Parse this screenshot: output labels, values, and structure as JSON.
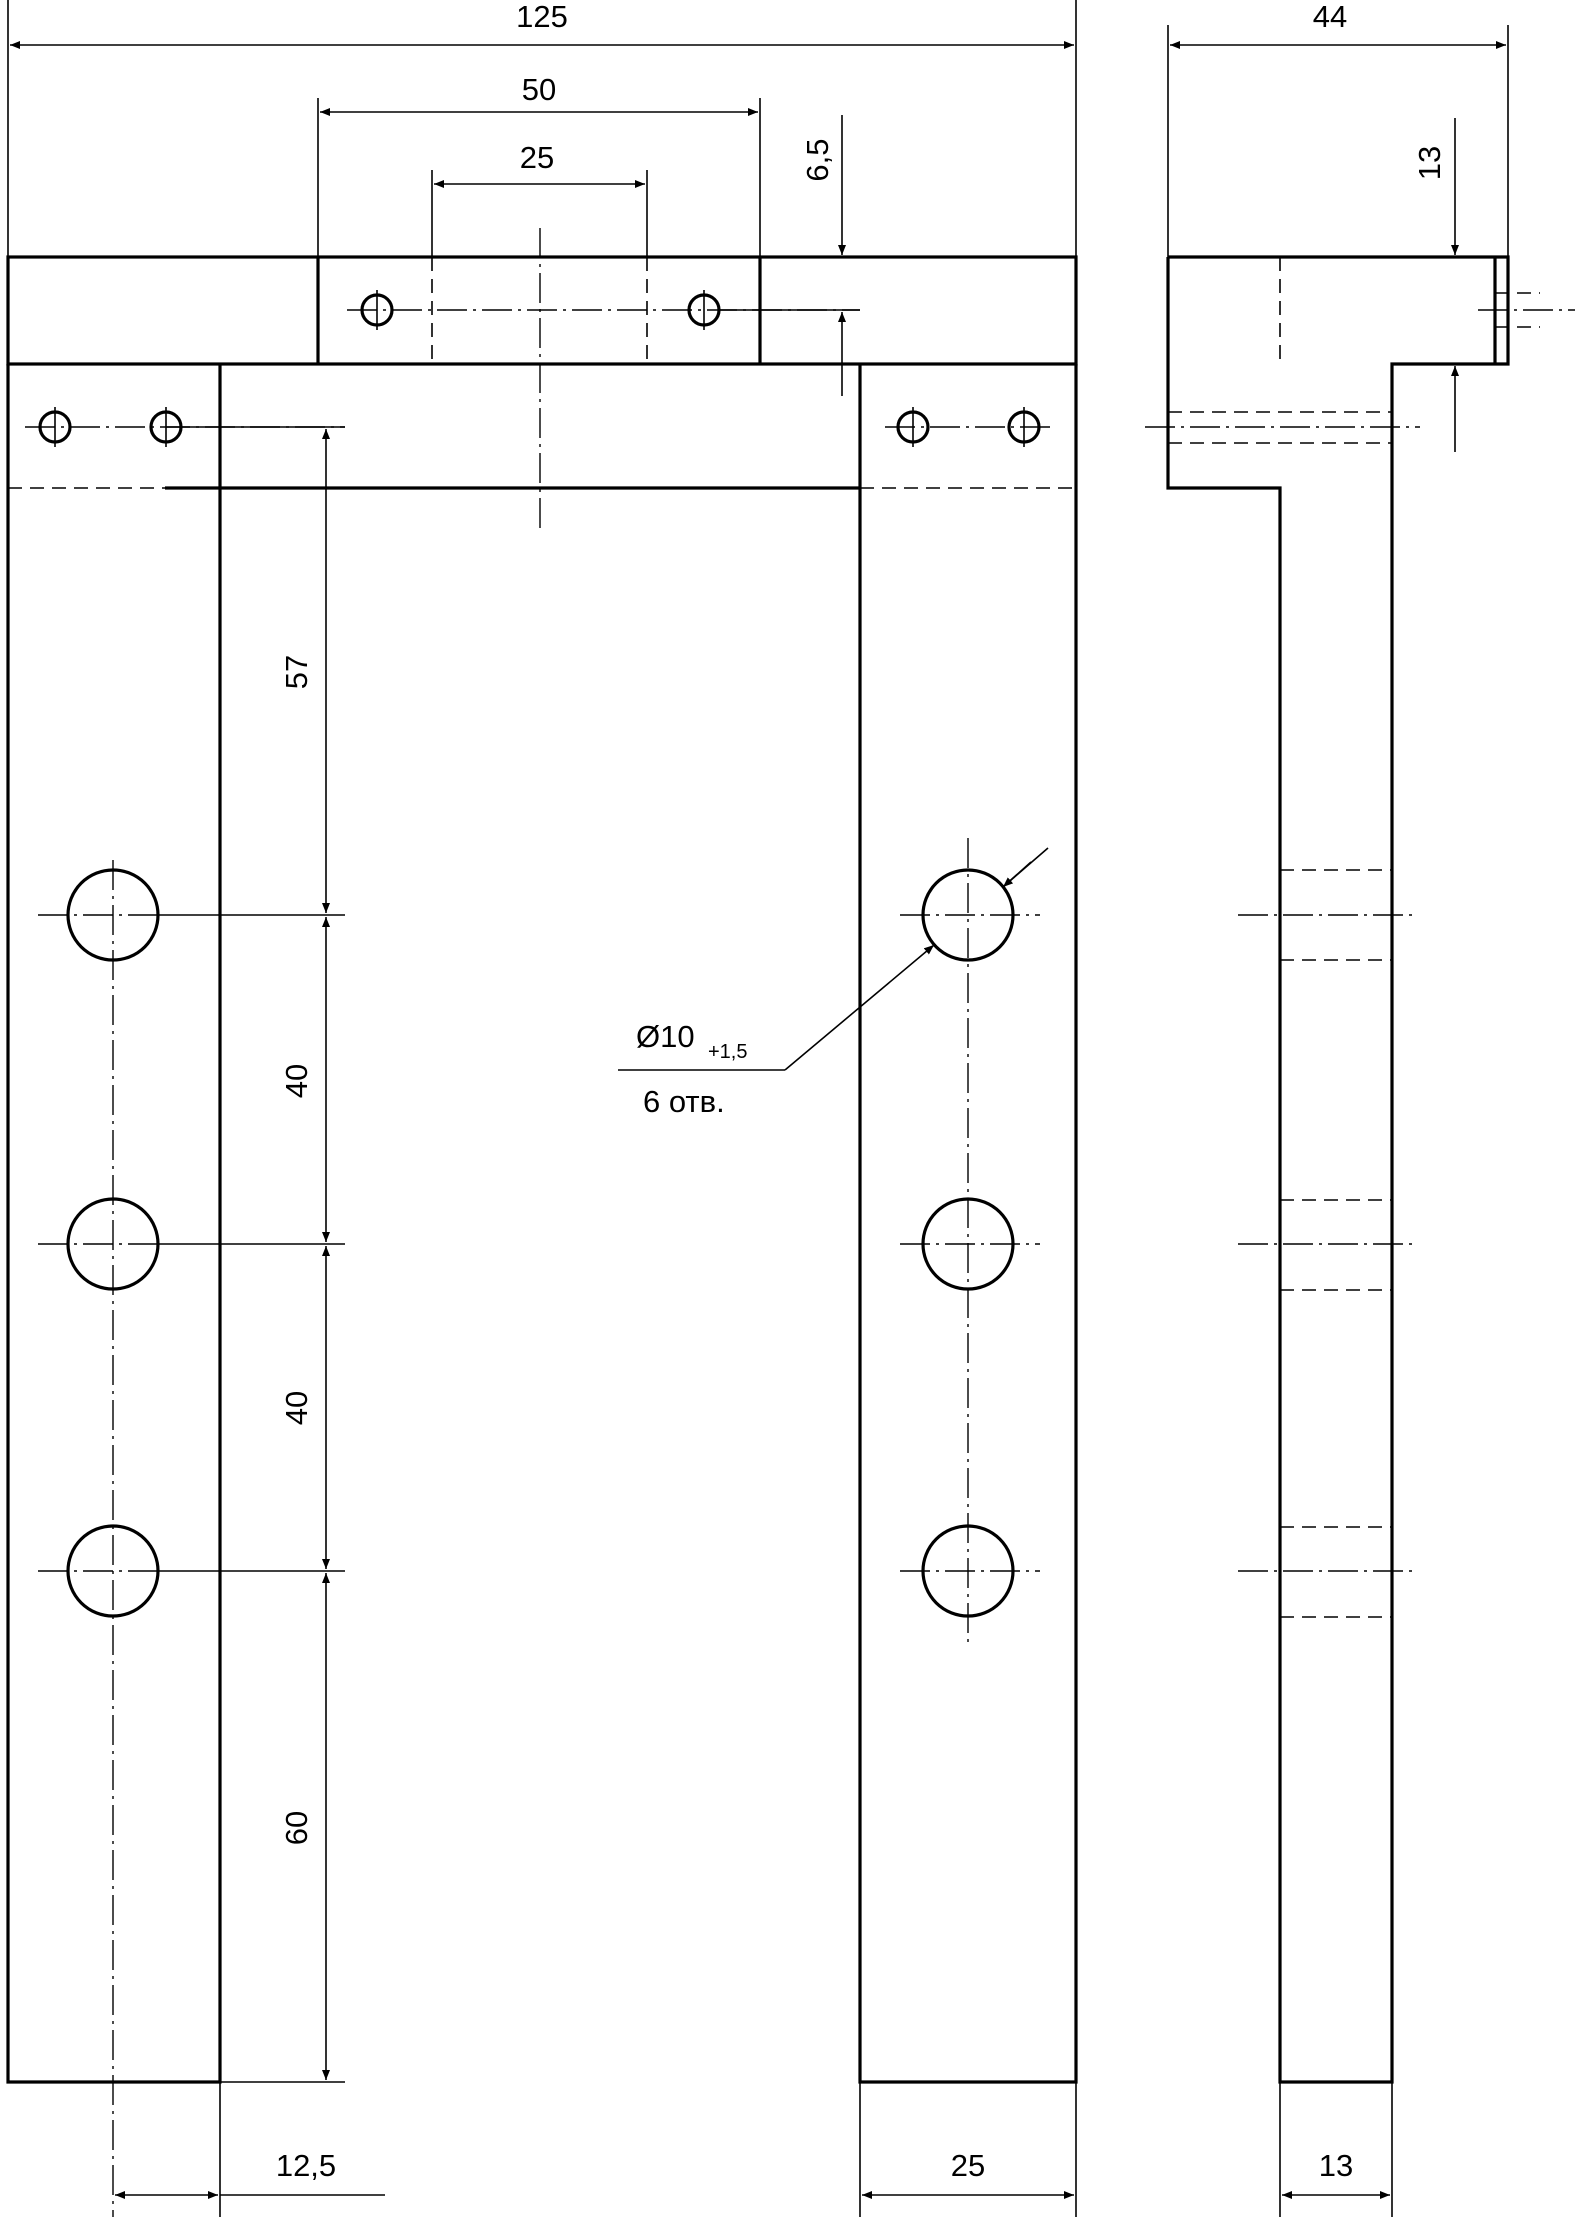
{
  "dimensions": {
    "overall_width": "125",
    "center_block_width": "50",
    "hole_spacing_top": "25",
    "top_block_height": "6,5",
    "side_depth": "44",
    "side_step": "13",
    "first_hole_offset": "57",
    "hole_pitch_1": "40",
    "hole_pitch_2": "40",
    "bottom_offset": "60",
    "hole_edge_offset": "12,5",
    "leg_width": "25",
    "leg_thickness": "13"
  },
  "callout": {
    "diameter_symbol": "Ø",
    "diameter_value": "10",
    "tolerance": "+1,5",
    "count": "6 отв."
  }
}
